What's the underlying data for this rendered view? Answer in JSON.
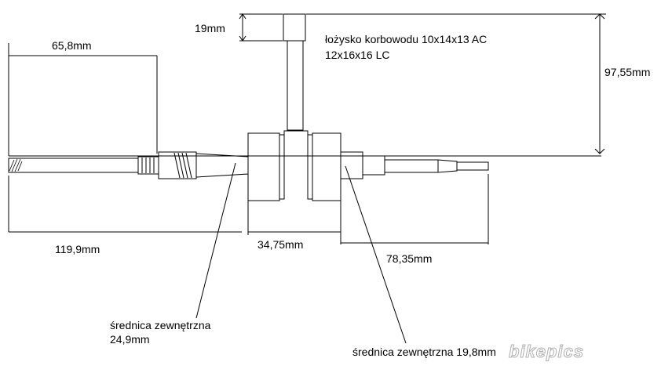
{
  "labels": {
    "dim_19": "19mm",
    "dim_65_8": "65,8mm",
    "dim_97_55": "97,55mm",
    "bearing_line1": "łożysko korbowodu 10x14x13 AC",
    "bearing_line2": "12x16x16 LC",
    "dim_119_9": "119,9mm",
    "dim_34_75": "34,75mm",
    "dim_78_35": "78,35mm",
    "diam_left_line1": "średnica zewnętrzna",
    "diam_left_line2": "24,9mm",
    "diam_right": "średnica zewnętrzna 19,8mm"
  },
  "watermark": {
    "text": "bikepics",
    "color": "#b0b0b0"
  },
  "colors": {
    "line": "#000000",
    "fill": "#ffffff"
  }
}
